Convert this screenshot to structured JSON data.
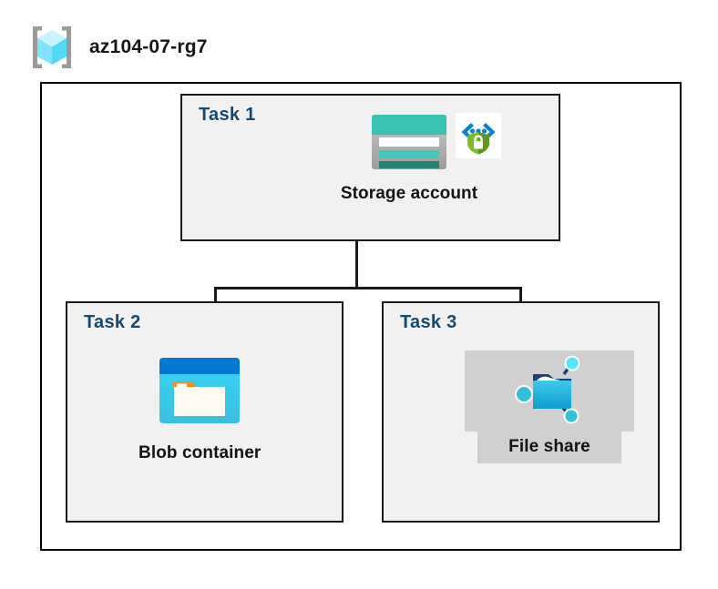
{
  "header": {
    "icon": "resource-group-cube-icon",
    "title": "az104-07-rg7"
  },
  "diagram": {
    "type": "azure-architecture-diagram",
    "container": {
      "name": "resource-group-boundary",
      "label": "az104-07-rg7"
    },
    "colors": {
      "task_label": "#134a72",
      "task_box_fill": "#f1f1f1",
      "task_box_border": "#1a1a1a",
      "outer_border": "#000000",
      "caption_text": "#131313",
      "highlight_fill": "#d0d0d0",
      "storage_teal": "#37c2b1",
      "storage_teal_dark": "#258277",
      "blob_blue": "#0078d4",
      "blob_cyan": "#32d4f5",
      "blob_orange": "#f78d1e",
      "fileshare_cyan": "#32bedd",
      "fileshare_node": "#50e6ff",
      "shield_green": "#5e9624",
      "chevron_blue": "#0078d4",
      "cube_cyan": "#9cebff"
    },
    "tasks": [
      {
        "id": "task1",
        "label": "Task 1",
        "node": {
          "caption": "Storage account",
          "icons": [
            "storage-account-icon",
            "secure-endpoint-shield-icon"
          ],
          "highlighted": false
        }
      },
      {
        "id": "task2",
        "label": "Task 2",
        "node": {
          "caption": "Blob container",
          "icons": [
            "blob-container-icon"
          ],
          "highlighted": false
        }
      },
      {
        "id": "task3",
        "label": "Task 3",
        "node": {
          "caption": "File share",
          "icons": [
            "file-share-icon"
          ],
          "highlighted": true
        }
      }
    ],
    "connections": [
      {
        "from": "task1",
        "to": "task2",
        "style": "orthogonal-line"
      },
      {
        "from": "task1",
        "to": "task3",
        "style": "orthogonal-line"
      }
    ]
  }
}
